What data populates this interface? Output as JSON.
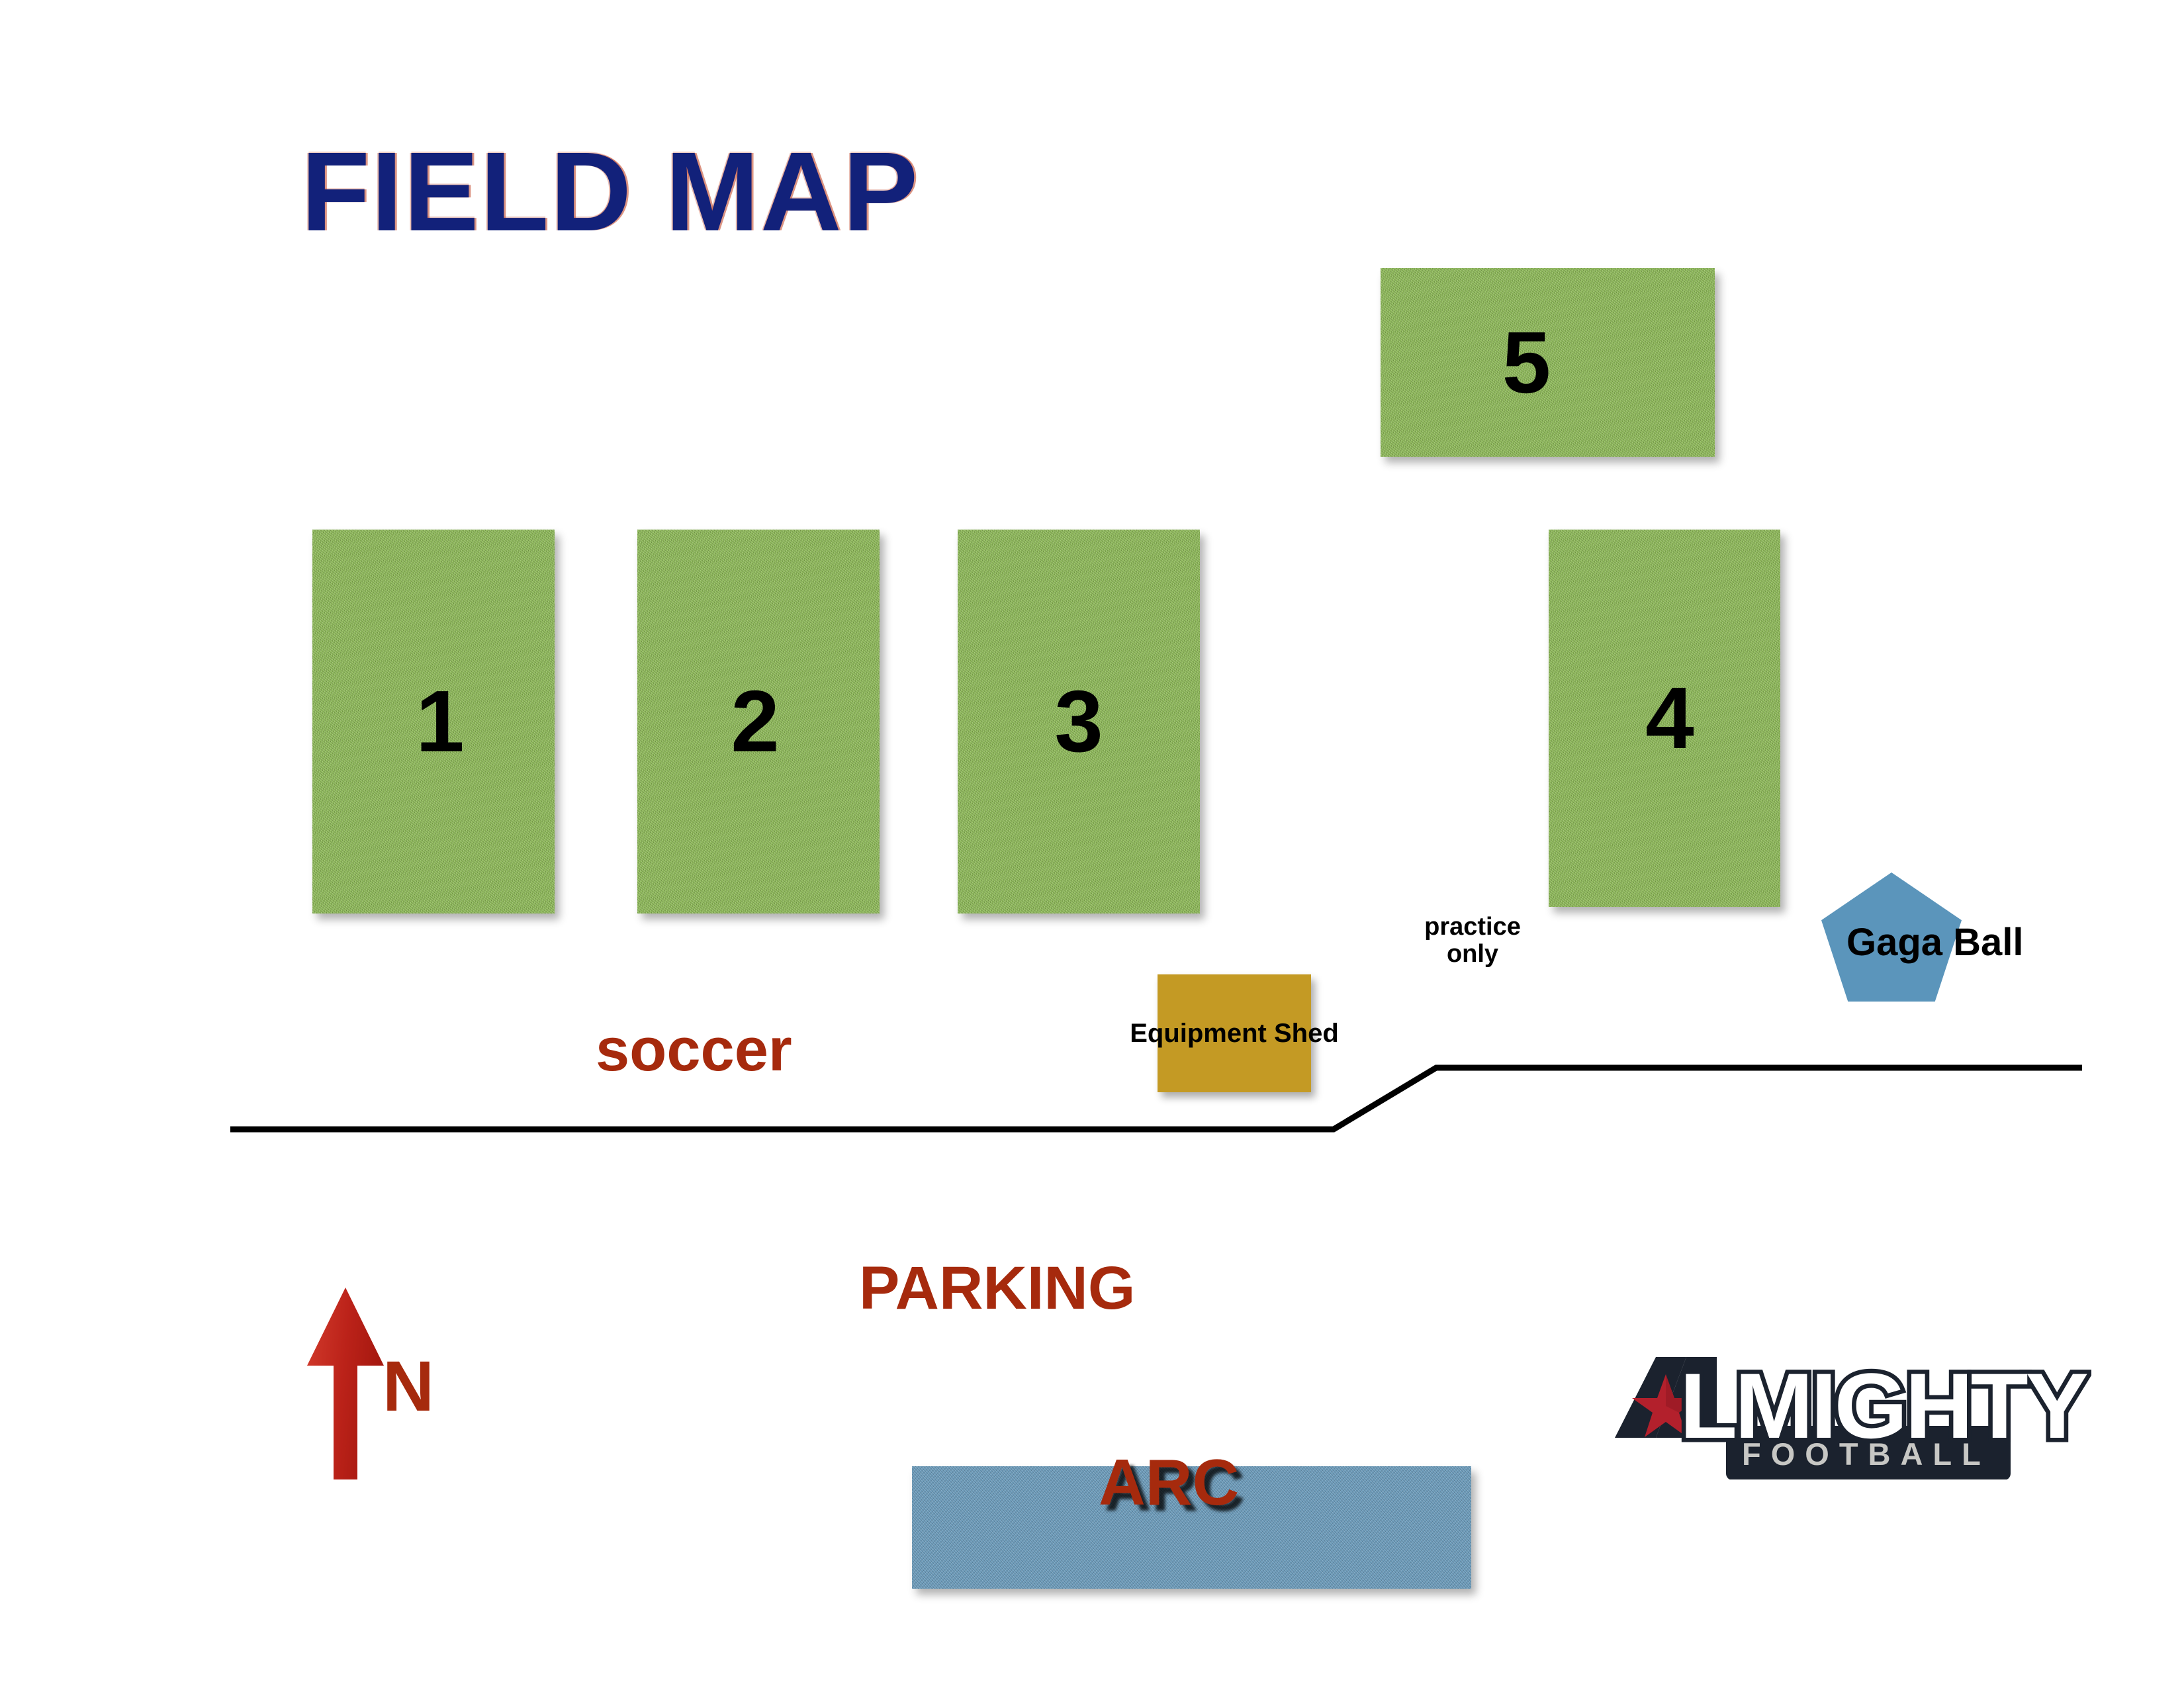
{
  "page": {
    "title": "FIELD MAP",
    "background": "#ffffff"
  },
  "colors": {
    "title_navy": "#12217a",
    "field_green": "#8cba54",
    "shed_gold": "#c49a24",
    "water_blue": "#6c9cbc",
    "gaga_blue": "#5b95bb",
    "brick_red": "#a62a0d",
    "arrow_red": "#c0261e",
    "logo_navy": "#1b222e",
    "logo_star_red": "#b3202c",
    "logo_grey": "#c7c7c4",
    "line_black": "#000000"
  },
  "fields": [
    {
      "id": "field-1",
      "number": "1",
      "orientation": "portrait"
    },
    {
      "id": "field-2",
      "number": "2",
      "orientation": "portrait"
    },
    {
      "id": "field-3",
      "number": "3",
      "orientation": "portrait"
    },
    {
      "id": "field-4",
      "number": "4",
      "orientation": "portrait"
    },
    {
      "id": "field-5",
      "number": "5",
      "orientation": "landscape"
    }
  ],
  "structures": {
    "equipment_shed": {
      "label": "Equipment Shed"
    },
    "gaga_ball": {
      "label": "Gaga Ball",
      "shape": "pentagon"
    },
    "arc_building": {
      "label": "ARC",
      "shape": "rectangle"
    }
  },
  "annotations": {
    "practice_only": "practice\nonly",
    "practice_only_line1": "practice",
    "practice_only_line2": "only",
    "soccer": "soccer",
    "parking": "PARKING",
    "north": "N"
  },
  "logo": {
    "word_a": "A",
    "word_main": "LMIGHTY",
    "word_sub": "FOOTBALL",
    "star": "star-icon"
  },
  "legend_icons": {
    "north_arrow": "north-arrow-icon",
    "boundary_line": "property-boundary-line"
  }
}
